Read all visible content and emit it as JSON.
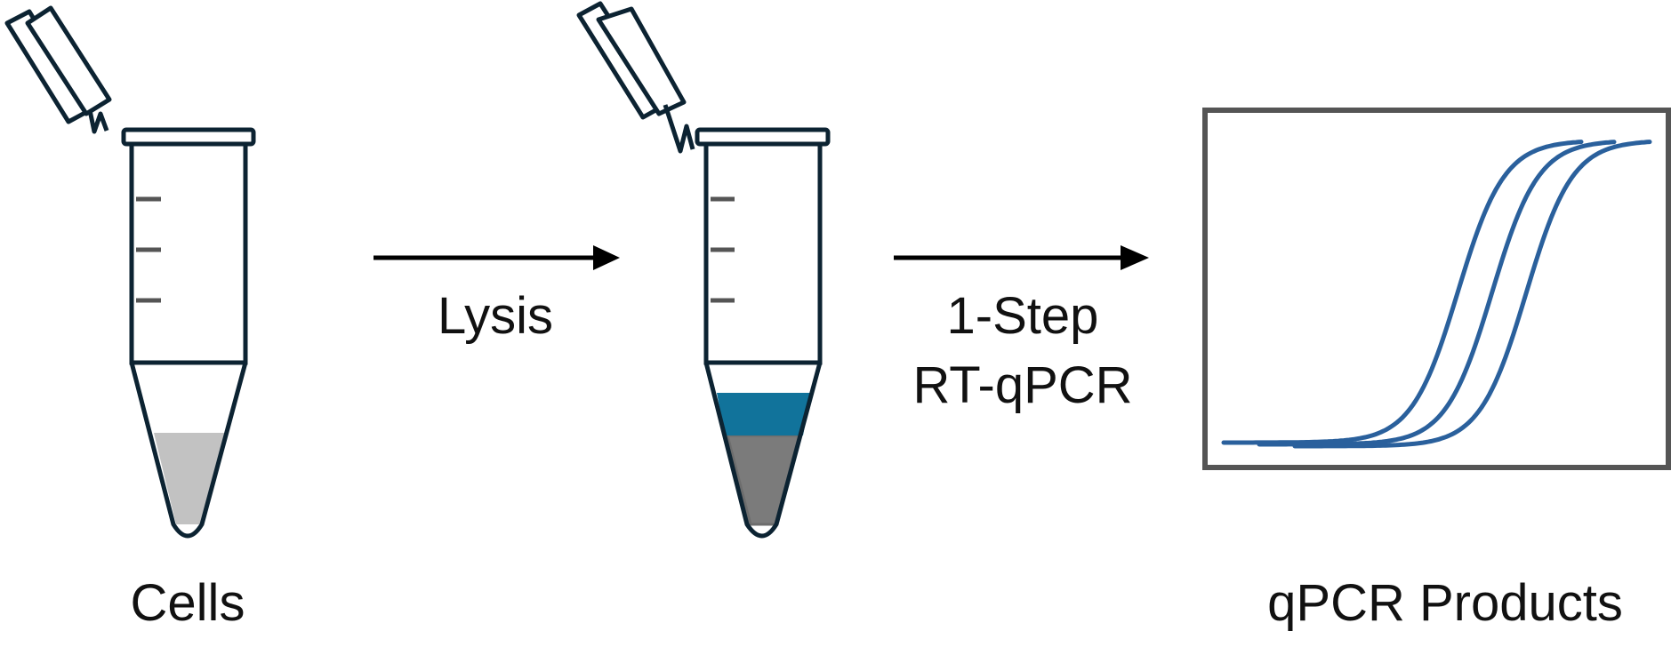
{
  "labels": {
    "cells": "Cells",
    "lysis": "Lysis",
    "step_line1": "1-Step",
    "step_line2": "RT-qPCR",
    "products": "qPCR Products"
  },
  "colors": {
    "outline": "#0c2332",
    "graduation": "#555555",
    "cell_liquid": "#c2c2c2",
    "lysate_top": "#11739b",
    "lysate_bottom": "#7b7b7b",
    "curve": "#2a609c",
    "plot_frame": "#555555",
    "arrow": "#000000"
  },
  "qpcr_curves": [
    {
      "name": "",
      "midpoint_fraction": 0.55
    },
    {
      "name": "",
      "midpoint_fraction": 0.63
    },
    {
      "name": "",
      "midpoint_fraction": 0.71
    }
  ]
}
